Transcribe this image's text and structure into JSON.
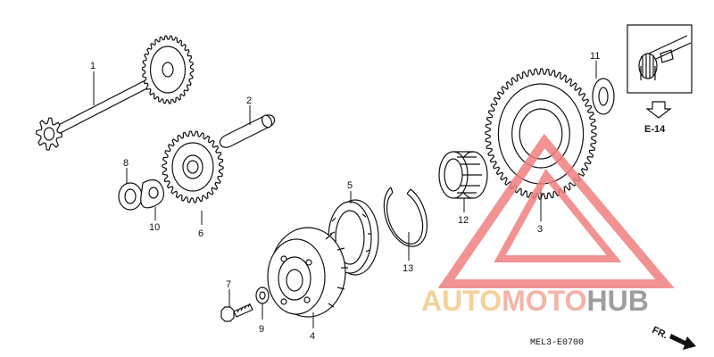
{
  "diagram": {
    "parts": [
      {
        "num": "1"
      },
      {
        "num": "2"
      },
      {
        "num": "3"
      },
      {
        "num": "4"
      },
      {
        "num": "5"
      },
      {
        "num": "6"
      },
      {
        "num": "7"
      },
      {
        "num": "8"
      },
      {
        "num": "9"
      },
      {
        "num": "10"
      },
      {
        "num": "11"
      },
      {
        "num": "12"
      },
      {
        "num": "13"
      }
    ],
    "reference": "E-14",
    "code": "MEL3-E0700",
    "front_label": "FR.",
    "watermark": {
      "part1": "AUTO",
      "part2": "MOTO",
      "part3": "HUB",
      "colors": {
        "auto": "#f3c98a",
        "moto": "#f2a79a",
        "hub": "#8c8c8c",
        "triangle": "#f08080"
      }
    }
  }
}
